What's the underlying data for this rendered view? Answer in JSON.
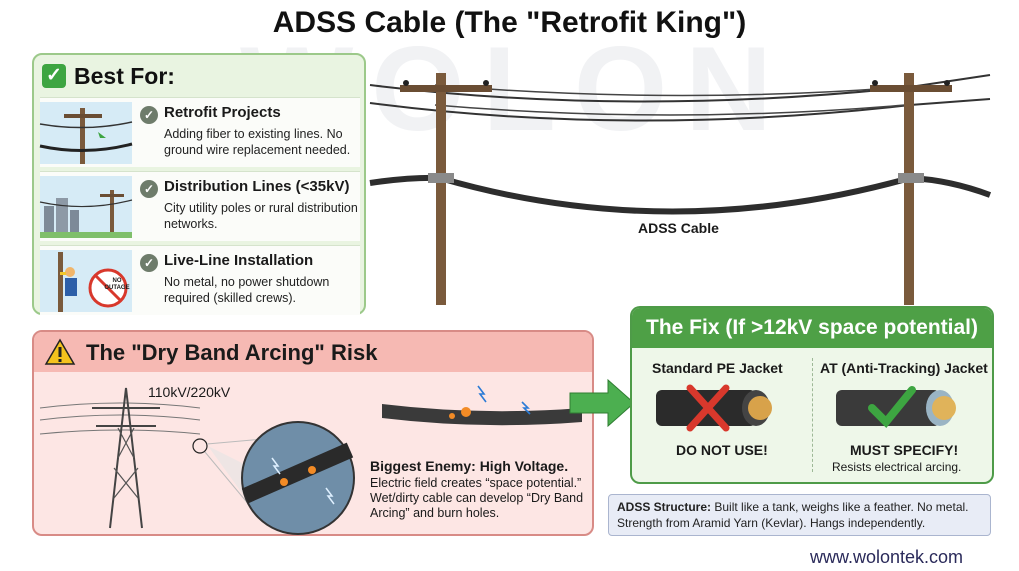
{
  "title": "ADSS Cable (The \"Retrofit King\")",
  "watermark": "WOLON",
  "best_for": {
    "title": "Best For:",
    "items": [
      {
        "label": "Retrofit Projects",
        "desc": "Adding fiber to existing lines. No ground wire replacement needed."
      },
      {
        "label": "Distribution Lines (<35kV)",
        "desc": "City utility poles or rural distribution networks."
      },
      {
        "label": "Live-Line Installation",
        "desc": "No metal, no power shutdown required (skilled crews)."
      }
    ],
    "sign_text": [
      "NO",
      "OUTAGE"
    ]
  },
  "illustration": {
    "cable_label": "ADSS Cable"
  },
  "risk": {
    "title": "The \"Dry Band Arcing\" Risk",
    "voltage_label": "110kV/220kV",
    "enemy_title": "Biggest Enemy: High Voltage.",
    "enemy_desc": "Electric field creates “space potential.” Wet/dirty cable can develop “Dry Band Arcing” and burn holes."
  },
  "fix": {
    "title": "The Fix (If >12kV space potential)",
    "standard": {
      "title": "Standard PE Jacket",
      "note": "DO NOT USE!"
    },
    "at": {
      "title": "AT (Anti-Tracking) Jacket",
      "note": "MUST SPECIFY!",
      "sub": "Resists electrical arcing."
    }
  },
  "structure": {
    "label": "ADSS Structure:",
    "text": "Built like a tank, weighs like a feather. No metal. Strength from Aramid Yarn (Kevlar). Hangs independently."
  },
  "website": "www.wolontek.com",
  "colors": {
    "green": "#4ea046",
    "red_cross": "#d8382c",
    "arrow_green": "#4caf50",
    "risk_header": "#f6b9b3"
  }
}
